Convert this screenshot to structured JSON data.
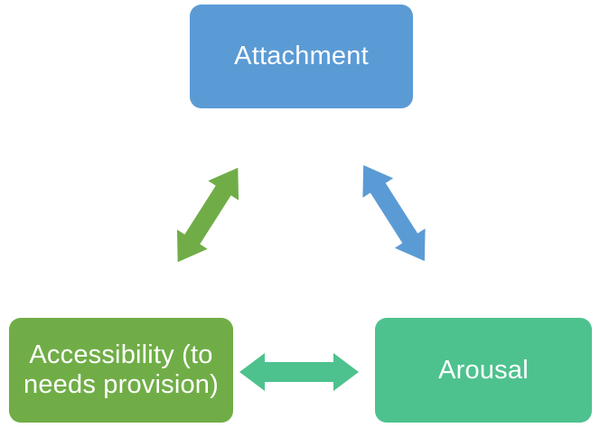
{
  "diagram": {
    "background_color": "#FFFFFF",
    "nodes": [
      {
        "id": "attachment",
        "label": "Attachment",
        "color": "#5B9BD5",
        "text_color": "#FFFFFF"
      },
      {
        "id": "accessibility",
        "label": "Accessibility (to needs provision)",
        "color": "#70AD47",
        "text_color": "#FFFFFF"
      },
      {
        "id": "arousal",
        "label": "Arousal",
        "color": "#4DC28E",
        "text_color": "#FFFFFF"
      }
    ],
    "edges": [
      {
        "id": "attachment-accessibility",
        "type": "double-headed-arrow",
        "color": "#70AD47"
      },
      {
        "id": "attachment-arousal",
        "type": "double-headed-arrow",
        "color": "#5B9BD5"
      },
      {
        "id": "accessibility-arousal",
        "type": "double-headed-arrow",
        "color": "#4DC28E"
      }
    ]
  }
}
